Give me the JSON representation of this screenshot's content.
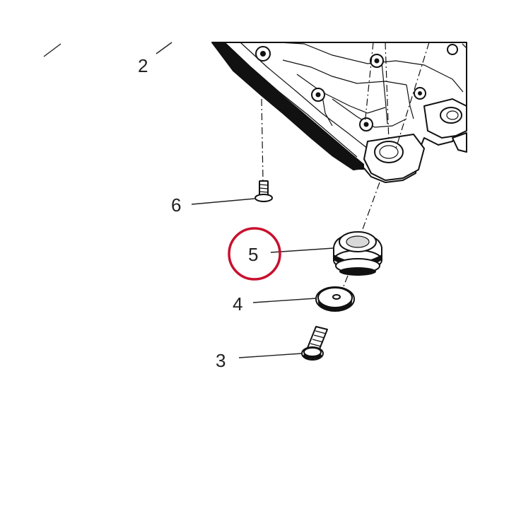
{
  "callouts": {
    "c2": "2",
    "c6": "6",
    "c5": "5",
    "c4": "4",
    "c3": "3"
  },
  "colors": {
    "highlight": "#c8102e",
    "ink": "#111111",
    "background": "#ffffff"
  }
}
